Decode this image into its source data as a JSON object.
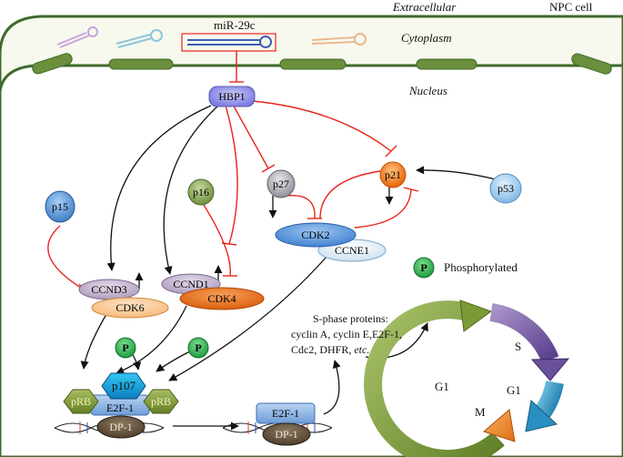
{
  "regions": {
    "extracellular": "Extracellular",
    "cell": "NPC cell",
    "cytoplasm": "Cytoplasm",
    "nucleus": "Nucleus"
  },
  "mirna": "miR-29c",
  "nodes": {
    "hbp1": "HBP1",
    "p27": "p27",
    "p21": "p21",
    "p53": "p53",
    "p16": "p16",
    "p15": "p15",
    "cdk2": "CDK2",
    "ccne1": "CCNE1",
    "ccnd3": "CCND3",
    "cdk6": "CDK6",
    "ccnd1": "CCND1",
    "cdk4": "CDK4",
    "p_left": "P",
    "p_right": "P",
    "prb_left": "pRB",
    "prb_right": "pRB",
    "p107": "p107",
    "e2f1": "E2F-1",
    "dp1": "DP-1",
    "e2f1_free": "E2F-1",
    "dp1_free": "DP-1"
  },
  "legend": {
    "symbol": "P",
    "label": "Phosphorylated"
  },
  "s_phase": {
    "line1": "S-phase proteins:",
    "line2": "cyclin A, cyclin E,E2F-1,",
    "line3": "Cdc2, DHFR,",
    "line3_italic": "etc."
  },
  "cell_cycle": {
    "g1_left": "G1",
    "s": "S",
    "g1_right": "G1",
    "m": "M"
  },
  "colors": {
    "membrane": "#3f6b2c",
    "cell_fill": "#f6f7ec",
    "inhibition": "#e8241c",
    "activation": "#111111",
    "hbp1": "#8e8ee6",
    "p21": "#f07a12",
    "p53": "#8ec6f0",
    "cdk2": "#4d8fd6",
    "cdk4": "#e56a10",
    "p16": "#86a457",
    "phos": "#22b14c"
  }
}
